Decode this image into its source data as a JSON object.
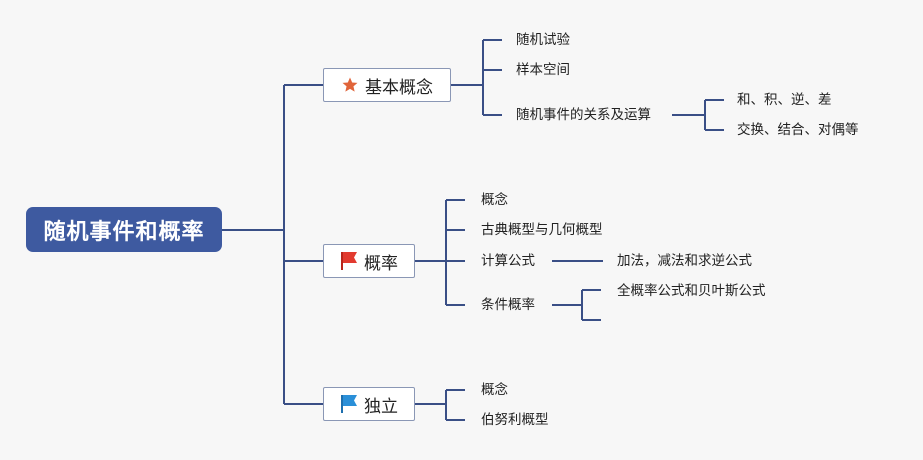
{
  "root": {
    "label": "随机事件和概率"
  },
  "topics": [
    {
      "label": "基本概念",
      "icon": "star-icon",
      "icon_color": "#e0643a",
      "children": [
        {
          "label": "随机试验"
        },
        {
          "label": "样本空间"
        },
        {
          "label": "随机事件的关系及运算",
          "children": [
            {
              "label": "和、积、逆、差"
            },
            {
              "label": "交换、结合、对偶等"
            }
          ]
        }
      ]
    },
    {
      "label": "概率",
      "icon": "red-flag-icon",
      "icon_color": "#e23a2f",
      "children": [
        {
          "label": "概念"
        },
        {
          "label": "古典概型与几何概型"
        },
        {
          "label": "计算公式",
          "children": [
            {
              "label": "加法，减法和求逆公式"
            }
          ]
        },
        {
          "label": "条件概率",
          "children": [
            {
              "label": "全概率公式和贝叶斯公式"
            },
            {
              "label": ""
            }
          ]
        }
      ]
    },
    {
      "label": "独立",
      "icon": "blue-flag-icon",
      "icon_color": "#2a8fd8",
      "children": [
        {
          "label": "概念"
        },
        {
          "label": "伯努利概型"
        }
      ]
    }
  ],
  "colors": {
    "line": "#3a4f86",
    "root_fill": "#3e5aa0",
    "topic_border": "#8a97b5"
  }
}
